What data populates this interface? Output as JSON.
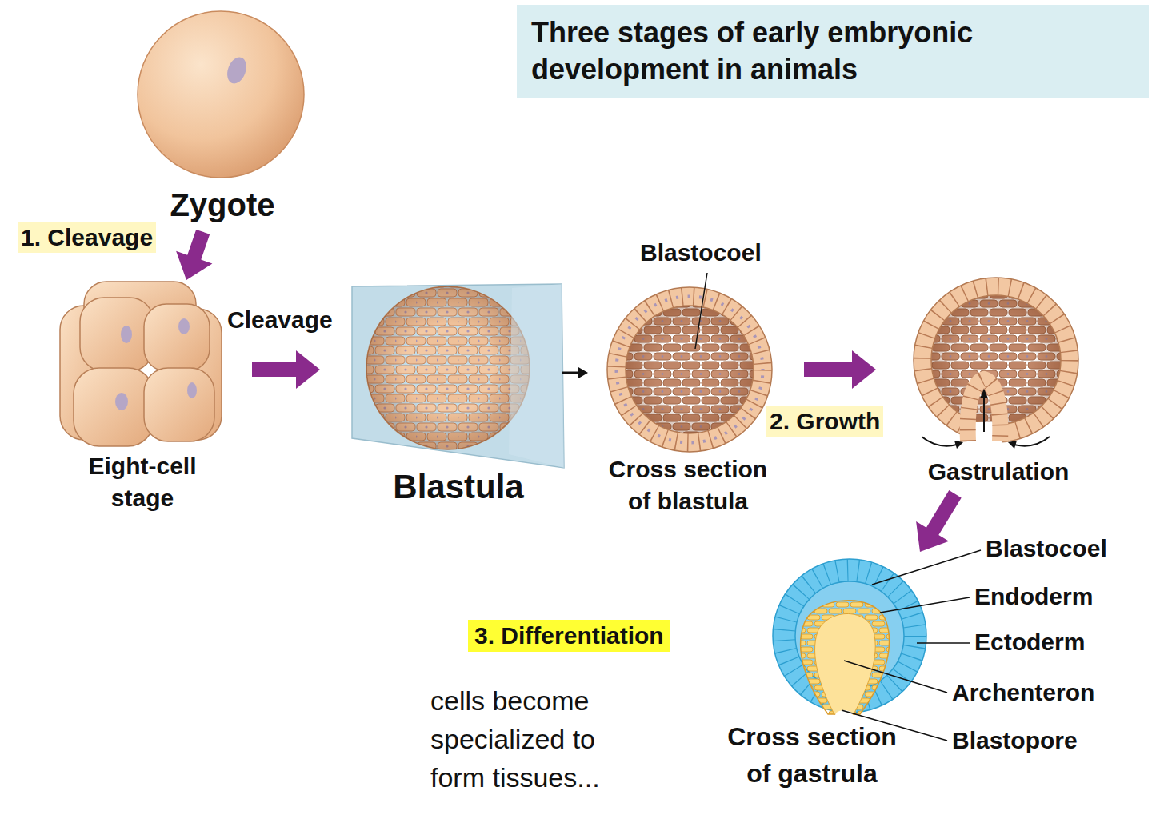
{
  "diagram": {
    "title": "Three stages of early embryonic development in animals",
    "nodes": [
      {
        "text": [
          "Zygote"
        ]
      },
      {
        "text": [
          "Eight-cell stage"
        ]
      },
      {
        "text": [
          "Blastula"
        ]
      },
      {
        "text": [
          "Cross section of blastula"
        ]
      },
      {
        "text": [
          "Gastrulation"
        ]
      },
      {
        "text": [
          "Cross section of gastrula"
        ]
      }
    ],
    "edges": [
      {
        "from": 0,
        "to": 1,
        "arrow": "to",
        "label": "1. Cleavage"
      },
      {
        "from": 1,
        "to": 2,
        "arrow": "to",
        "label": "Cleavage"
      },
      {
        "from": 2,
        "to": 3,
        "arrow": "to"
      },
      {
        "from": 3,
        "to": 4,
        "arrow": "to",
        "label": "2. Growth"
      },
      {
        "from": 4,
        "to": 5,
        "arrow": "to"
      }
    ],
    "labels": [
      "Blastocoel",
      "Blastocoel",
      "Endoderm",
      "Ectoderm",
      "Archenteron",
      "Blastopore",
      "3. Differentiation",
      "cells become specialized to form tissues..."
    ]
  }
}
